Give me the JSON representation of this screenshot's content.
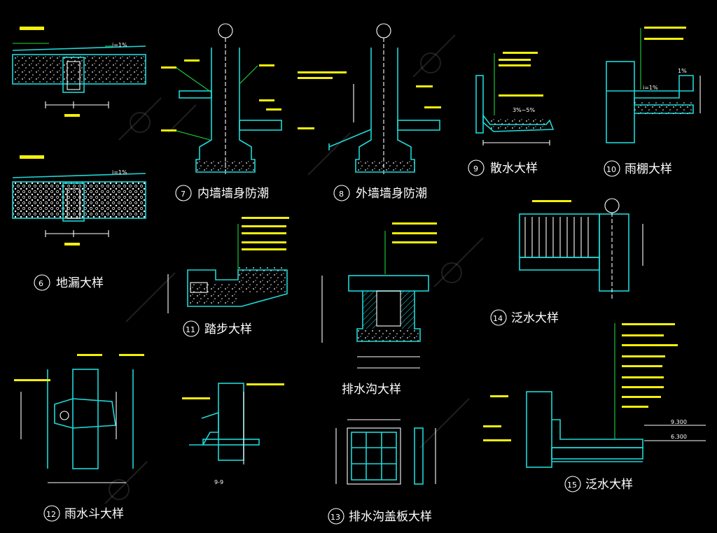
{
  "details": [
    {
      "number": "6",
      "title": "地漏大样"
    },
    {
      "number": "7",
      "title": "内墙墙身防潮"
    },
    {
      "number": "8",
      "title": "外墙墙身防潮"
    },
    {
      "number": "9",
      "title": "散水大样"
    },
    {
      "number": "10",
      "title": "雨棚大样"
    },
    {
      "number": "11",
      "title": "踏步大样"
    },
    {
      "number": "12",
      "title": "雨水斗大样"
    },
    {
      "number": "13",
      "title": "排水沟盖板大样"
    },
    {
      "number": "14",
      "title": "泛水大样"
    },
    {
      "number": "15",
      "title": "泛水大样"
    }
  ],
  "drain_title": "排水沟大样",
  "section_label": "9-9",
  "slopes": {
    "floor_drain": "i=1%",
    "canopy": "i=1%",
    "apron": "3%~5%",
    "canopy_top": "1%"
  },
  "elevations": {
    "upper": "9.300",
    "lower": "6.300"
  }
}
